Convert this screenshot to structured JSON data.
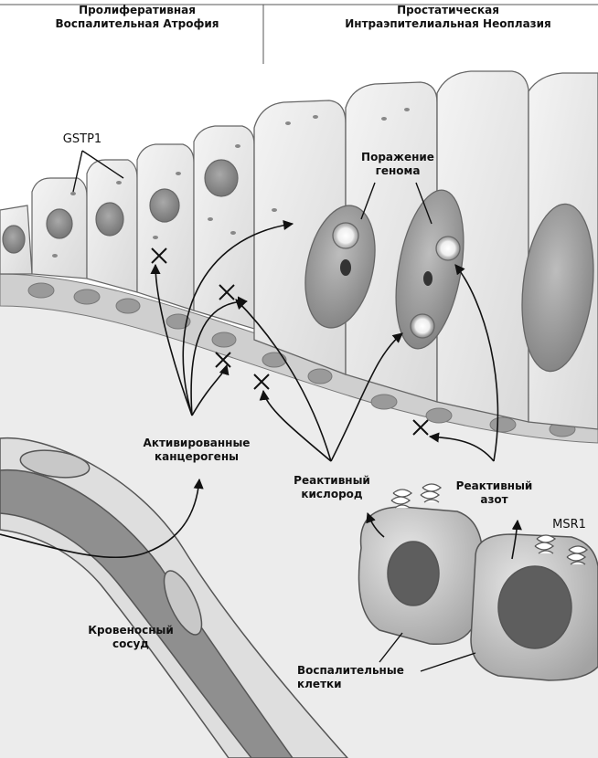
{
  "header": {
    "left_title": "Пролиферативная\nВоспалительная Атрофия",
    "right_title": "Простатическая\nИнтраэпителиальная Неоплазия"
  },
  "labels": {
    "gstp1": "GSTP1",
    "genome_damage": "Поражение\nгенома",
    "activated_carcinogens": "Активированные\nканцерогены",
    "reactive_oxygen": "Реактивный\nкислород",
    "reactive_nitrogen": "Реактивный\nазот",
    "msr1": "MSR1",
    "blood_vessel": "Кровеносный\nсосуд",
    "inflammatory_cells": "Воспалительные\nклетки"
  }
}
